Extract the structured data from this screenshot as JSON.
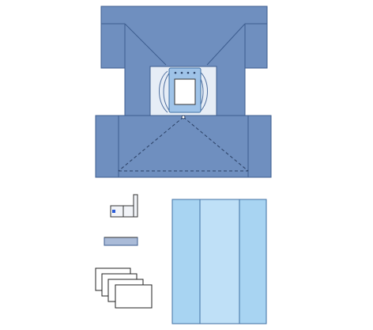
{
  "colors": {
    "background": "#ffffff",
    "drape_fill": "#6f8fbf",
    "drape_stroke": "#3d5d8f",
    "center_panel_fill": "#e6edf6",
    "fenestration_fill": "#9fc3e8",
    "fenestration_window": "#ffffff",
    "gown_outer": "#a8d4f2",
    "gown_center": "#bfe0f7",
    "gown_stroke": "#3f6fa3",
    "towel_fill": "#ffffff",
    "towel_stroke": "#222222",
    "tape_fill": "#aabbd8",
    "label_marker": "#2a5bd7"
  },
  "components": [
    {
      "name": "fenestrated-surgical-drape",
      "icon": "drape-icon"
    },
    {
      "name": "adhesive-pouch",
      "icon": "pouch-icon"
    },
    {
      "name": "adhesive-tape-strip",
      "icon": "tape-icon"
    },
    {
      "name": "stacked-towels",
      "count": 4,
      "icon": "towel-icon"
    },
    {
      "name": "folded-sheet",
      "icon": "sheet-icon"
    }
  ]
}
